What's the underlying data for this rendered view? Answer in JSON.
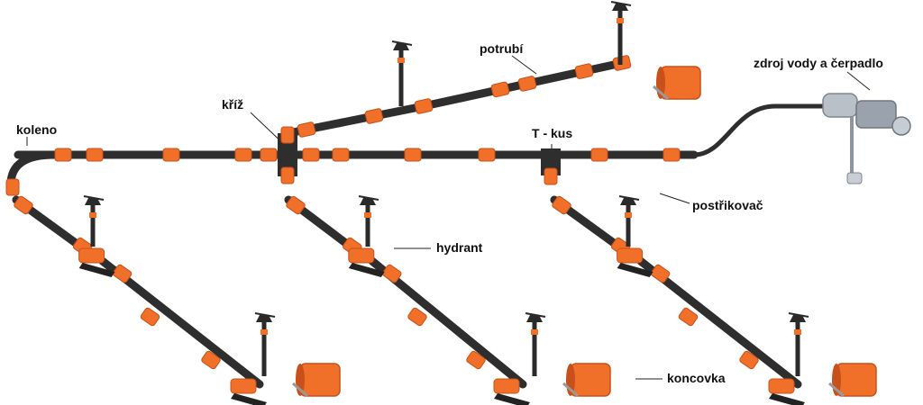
{
  "labels": {
    "koleno": "koleno",
    "kriz": "kříž",
    "potrubi": "potrubí",
    "zdroj": "zdroj vody a čerpadlo",
    "tkus": "T - kus",
    "postrikovac": "postřikovač",
    "hydrant": "hydrant",
    "koncovka": "koncovka"
  },
  "colors": {
    "pipe": "#2e2e2e",
    "fitting": "#f0702a",
    "fitting_dark": "#c8501a",
    "sprinkler": "#2a2a2a",
    "pump": "#9aa3ad",
    "leader": "#222222"
  }
}
